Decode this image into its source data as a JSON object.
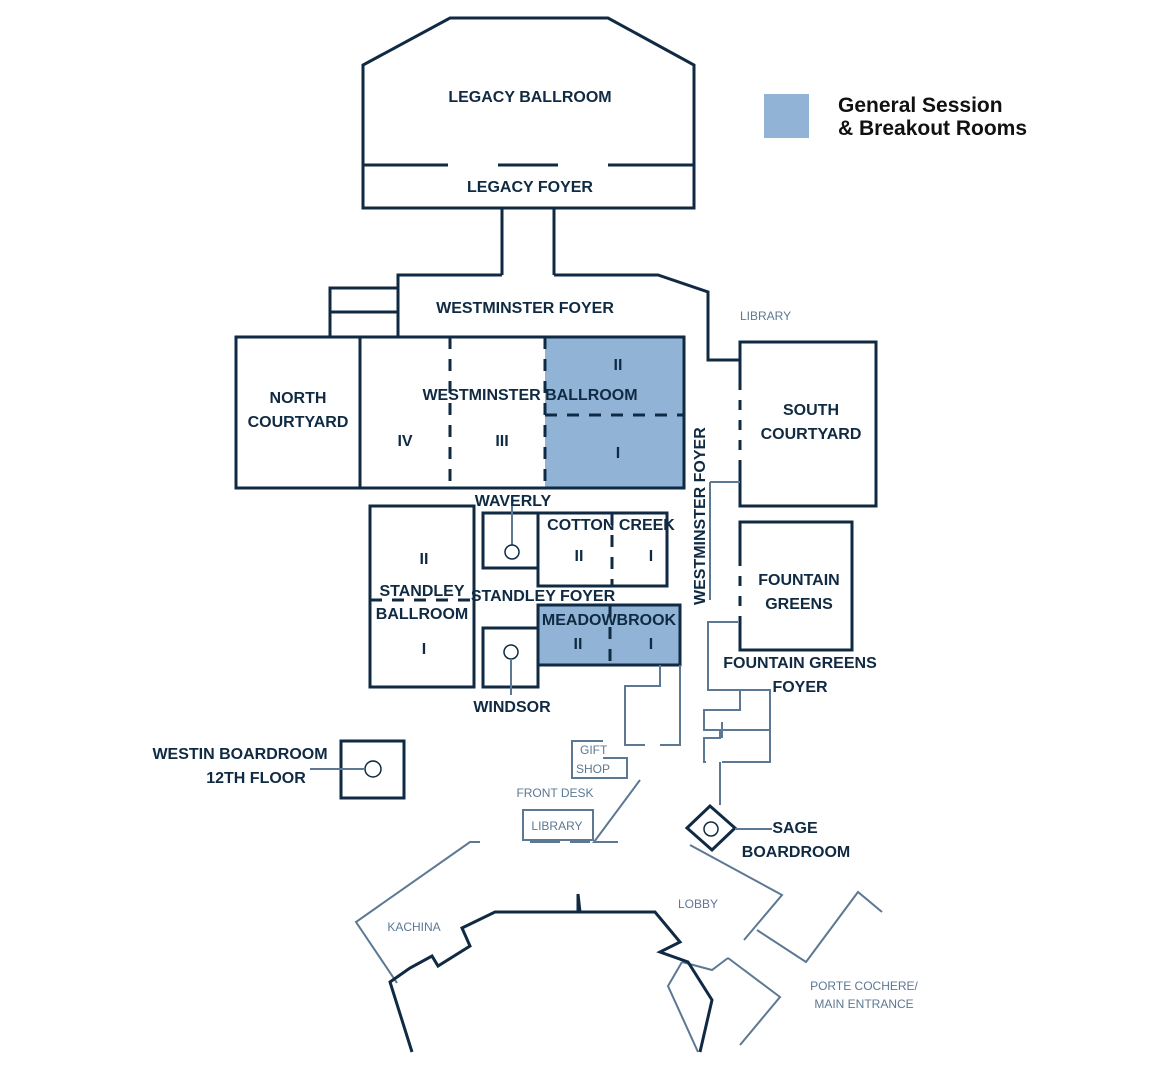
{
  "legend": {
    "color": "#91b4d6",
    "line1": "General Session",
    "line2": "& Breakout Rooms"
  },
  "colors": {
    "wall": "#0f2a42",
    "secondary": "#5c7893",
    "highlight": "#91b4d6"
  },
  "rooms": {
    "legacy_ballroom": "LEGACY BALLROOM",
    "legacy_foyer": "LEGACY FOYER",
    "westminster_foyer": "WESTMINSTER FOYER",
    "library_top": "LIBRARY",
    "north_courtyard_1": "NORTH",
    "north_courtyard_2": "COURTYARD",
    "westminster_ballroom": "WESTMINSTER BALLROOM",
    "wb_i": "I",
    "wb_ii": "II",
    "wb_iii": "III",
    "wb_iv": "IV",
    "south_courtyard_1": "SOUTH",
    "south_courtyard_2": "COURTYARD",
    "westminster_foyer_vertical": "WESTMINSTER FOYER",
    "waverly": "WAVERLY",
    "cotton_creek": "COTTON CREEK",
    "cc_ii": "II",
    "cc_i": "I",
    "standley_ballroom_1": "STANDLEY",
    "standley_ballroom_2": "BALLROOM",
    "sb_ii": "II",
    "sb_i": "I",
    "standley_foyer": "STANDLEY FOYER",
    "meadowbrook": "MEADOWBROOK",
    "mb_ii": "II",
    "mb_i": "I",
    "fountain_greens_1": "FOUNTAIN",
    "fountain_greens_2": "GREENS",
    "fountain_greens_foyer_1": "FOUNTAIN GREENS",
    "fountain_greens_foyer_2": "FOYER",
    "windsor": "WINDSOR",
    "westin_boardroom_1": "WESTIN BOARDROOM",
    "westin_boardroom_2": "12TH FLOOR",
    "gift_shop_1": "GIFT",
    "gift_shop_2": "SHOP",
    "front_desk": "FRONT DESK",
    "library_bottom": "LIBRARY",
    "sage_boardroom_1": "SAGE",
    "sage_boardroom_2": "BOARDROOM",
    "kachina": "KACHINA",
    "lobby": "LOBBY",
    "porte_cochere_1": "PORTE COCHERE/",
    "porte_cochere_2": "MAIN ENTRANCE"
  }
}
